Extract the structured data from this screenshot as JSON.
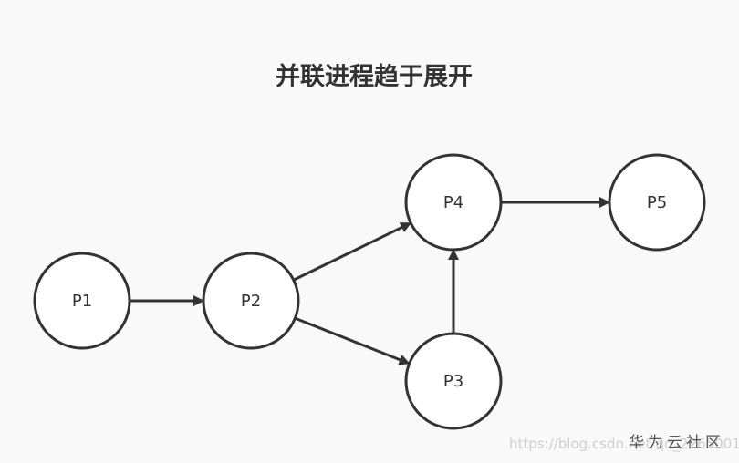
{
  "title": "并联进程趋于展开",
  "nodes": [
    {
      "id": "P1",
      "label": "P1"
    },
    {
      "id": "P2",
      "label": "P2"
    },
    {
      "id": "P3",
      "label": "P3"
    },
    {
      "id": "P4",
      "label": "P4"
    },
    {
      "id": "P5",
      "label": "P5"
    }
  ],
  "edges": [
    {
      "from": "P1",
      "to": "P2"
    },
    {
      "from": "P2",
      "to": "P4"
    },
    {
      "from": "P2",
      "to": "P3"
    },
    {
      "from": "P3",
      "to": "P4"
    },
    {
      "from": "P4",
      "to": "P5"
    }
  ],
  "watermark": {
    "url": "https://blog.csdn.net/qq_2265001",
    "brand": "华为云社区"
  },
  "colors": {
    "background": "#f9f9f9",
    "node_fill": "#ffffff",
    "stroke": "#333333"
  }
}
